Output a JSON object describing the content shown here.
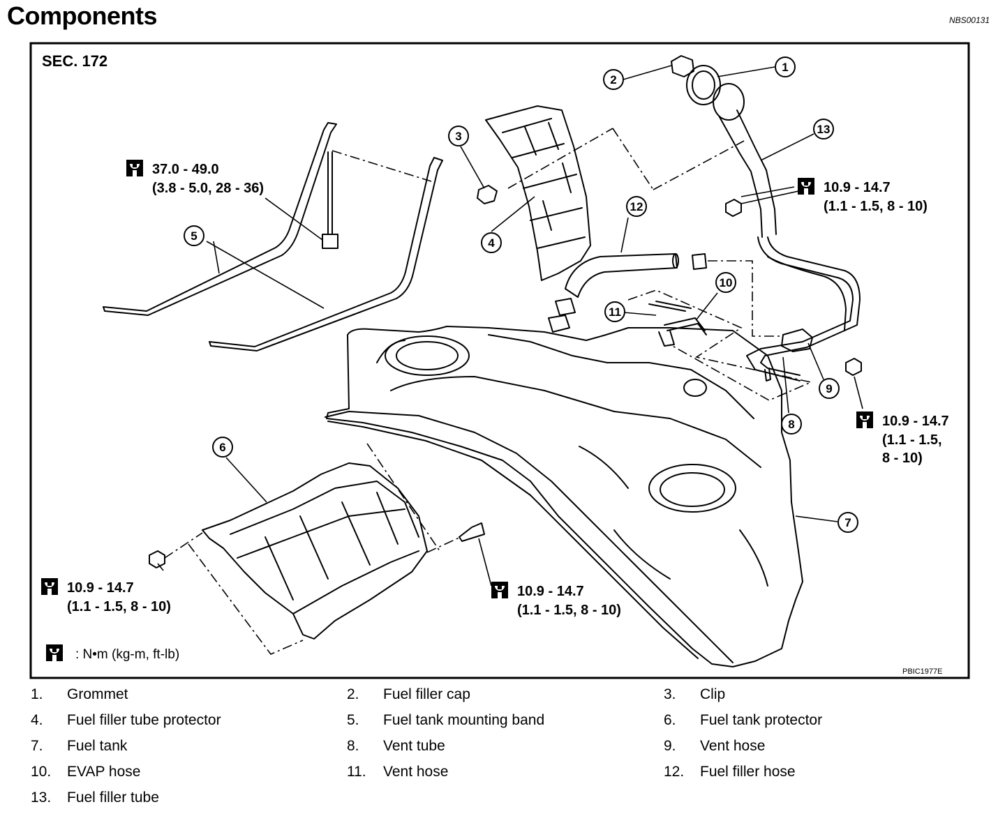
{
  "header": {
    "title": "Components",
    "code": "NBS00131"
  },
  "diagram": {
    "section": "SEC. 172",
    "figure_code": "PBIC1977E",
    "callouts": [
      "1",
      "2",
      "3",
      "4",
      "5",
      "6",
      "7",
      "8",
      "9",
      "10",
      "11",
      "12",
      "13"
    ],
    "torques": {
      "band_bolt": {
        "line1": "37.0 - 49.0",
        "line2": "(3.8 - 5.0, 28 - 36)"
      },
      "filler_tube": {
        "line1": "10.9 - 14.7",
        "line2": "(1.1 - 1.5, 8 - 10)"
      },
      "vent_nut": {
        "line1": "10.9 - 14.7",
        "line2": "(1.1 - 1.5,",
        "line3": "8 - 10)"
      },
      "protector_left": {
        "line1": "10.9 - 14.7",
        "line2": "(1.1 - 1.5, 8 - 10)"
      },
      "protector_right": {
        "line1": "10.9 - 14.7",
        "line2": "(1.1 - 1.5, 8 - 10)"
      }
    },
    "unit_legend": ": N•m  (kg-m,  ft-lb)",
    "icons": [
      "torque-wrench-icon"
    ]
  },
  "legend": [
    {
      "num": "1.",
      "label": "Grommet"
    },
    {
      "num": "2.",
      "label": "Fuel filler cap"
    },
    {
      "num": "3.",
      "label": "Clip"
    },
    {
      "num": "4.",
      "label": "Fuel filler tube protector"
    },
    {
      "num": "5.",
      "label": "Fuel tank mounting band"
    },
    {
      "num": "6.",
      "label": "Fuel tank protector"
    },
    {
      "num": "7.",
      "label": "Fuel tank"
    },
    {
      "num": "8.",
      "label": "Vent tube"
    },
    {
      "num": "9.",
      "label": "Vent hose"
    },
    {
      "num": "10.",
      "label": "EVAP hose"
    },
    {
      "num": "11.",
      "label": "Vent hose"
    },
    {
      "num": "12.",
      "label": "Fuel filler hose"
    },
    {
      "num": "13.",
      "label": "Fuel filler tube"
    }
  ]
}
